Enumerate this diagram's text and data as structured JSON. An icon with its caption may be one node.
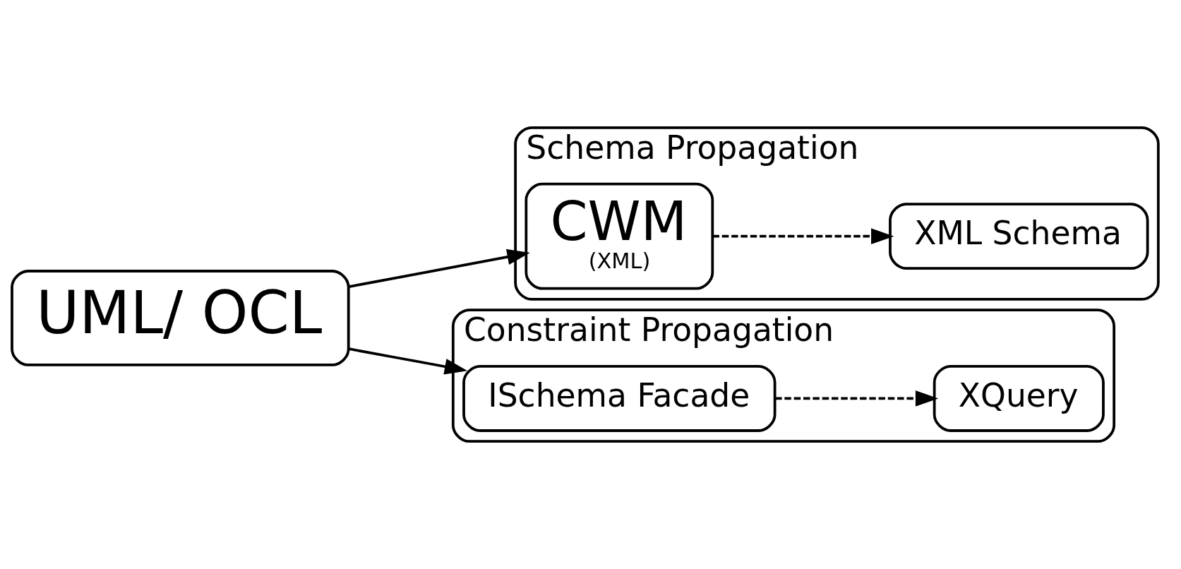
{
  "diagram": {
    "nodes": [
      {
        "text": [
          "Schema Propagation"
        ]
      },
      {
        "text": [
          "CWM",
          "(XML)"
        ],
        "in": 0
      },
      {
        "text": [
          "XML Schema"
        ],
        "in": 0
      },
      {
        "text": [
          "UML/ OCL"
        ]
      },
      {
        "text": [
          "Constraint Propagation"
        ]
      },
      {
        "text": [
          "ISchema Facade"
        ],
        "in": 4
      },
      {
        "text": [
          "XQuery"
        ],
        "in": 4
      }
    ],
    "edges": [
      {
        "from": 3,
        "to": 1,
        "arrow": "to"
      },
      {
        "from": 1,
        "to": 2,
        "arrow": "to",
        "style": "dashed"
      },
      {
        "from": 3,
        "to": 5,
        "arrow": "to"
      },
      {
        "from": 5,
        "to": 6,
        "arrow": "to",
        "style": "dashed"
      }
    ]
  }
}
